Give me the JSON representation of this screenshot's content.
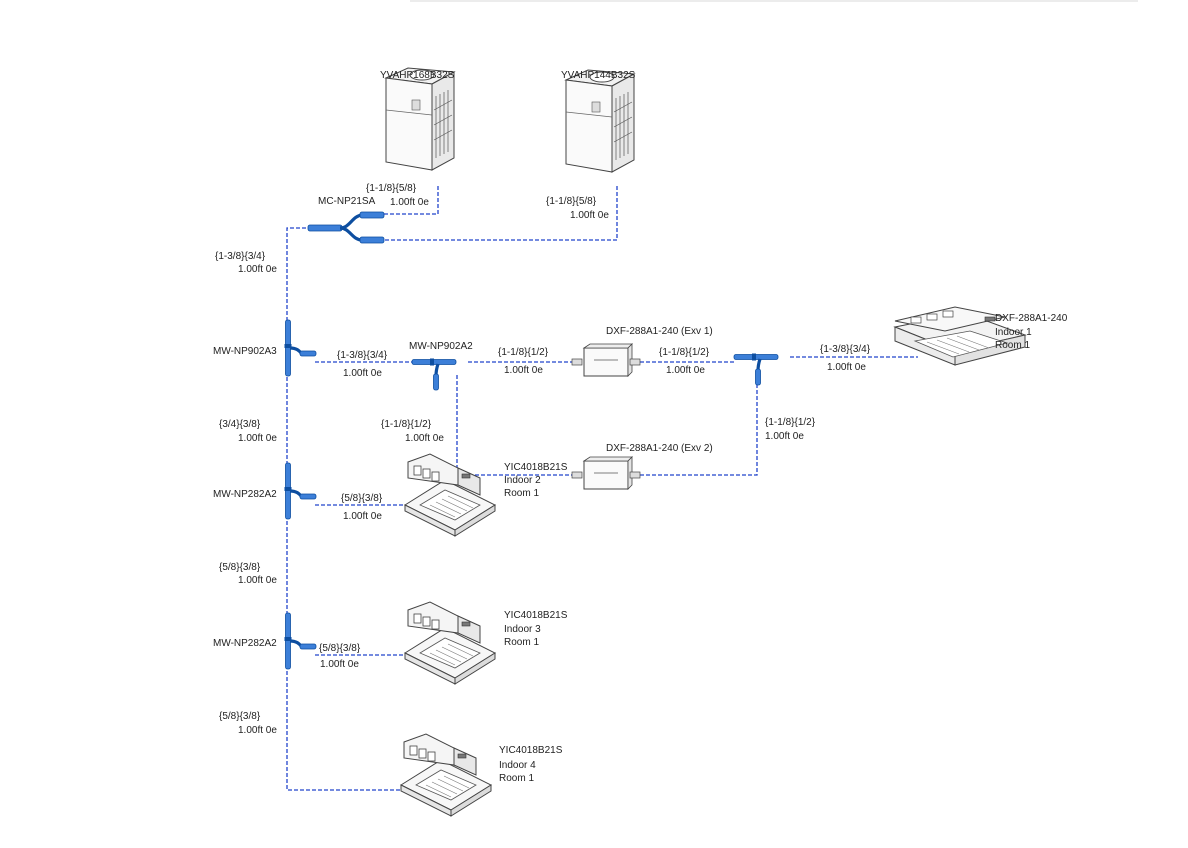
{
  "colors": {
    "pipe": "#2244cc",
    "fitting": "#1a66cc",
    "text": "#222222",
    "equipment_stroke": "#444444"
  },
  "outdoor": [
    {
      "model": "YVAHP168B32S",
      "pipe_size": "{1-1/8}{5/8}",
      "length": "1.00ft 0e"
    },
    {
      "model": "YVAHP144B32S",
      "pipe_size": "{1-1/8}{5/8}",
      "length": "1.00ft 0e"
    }
  ],
  "outdoor_joint": {
    "model": "MC-NP21SA"
  },
  "main_pipe": {
    "size": "{1-3/8}{3/4}",
    "length": "1.00ft 0e"
  },
  "branches": [
    {
      "model": "MW-NP902A3",
      "pipe_size": "{1-3/8}{3/4}",
      "length": "1.00ft 0e",
      "down_size": "{3/4}{3/8}",
      "down_length": "1.00ft 0e"
    },
    {
      "model": "MW-NP282A2",
      "pipe_size": "{5/8}{3/8}",
      "length": "1.00ft 0e",
      "down_size": "{5/8}{3/8}",
      "down_length": "1.00ft 0e"
    },
    {
      "model": "MW-NP282A2",
      "pipe_size": "{5/8}{3/8}",
      "length": "1.00ft 0e",
      "down_size": "{5/8}{3/8}",
      "down_length": "1.00ft 0e"
    }
  ],
  "sub_branch": {
    "model": "MW-NP902A2",
    "to_exv_size": "{1-1/8}{1/2}",
    "to_exv_length": "1.00ft 0e",
    "down_size": "{1-1/8}{1/2}",
    "down_length": "1.00ft 0e"
  },
  "exv": [
    {
      "label": "DXF-288A1-240 (Exv 1)",
      "out_size": "{1-1/8}{1/2}",
      "out_length": "1.00ft 0e"
    },
    {
      "label": "DXF-288A1-240 (Exv 2)",
      "in_size": "{1-1/8}{1/2}",
      "in_length": "1.00ft 0e"
    }
  ],
  "indoor_joint": {
    "pipe_size": "{1-3/8}{3/4}",
    "length": "1.00ft 0e"
  },
  "indoor": [
    {
      "model": "DXF-288A1-240",
      "name": "Indoor 1",
      "room": "Room 1"
    },
    {
      "model": "YIC4018B21S",
      "name": "Indoor 2",
      "room": "Room 1"
    },
    {
      "model": "YIC4018B21S",
      "name": "Indoor 3",
      "room": "Room 1"
    },
    {
      "model": "YIC4018B21S",
      "name": "Indoor 4",
      "room": "Room 1"
    }
  ]
}
